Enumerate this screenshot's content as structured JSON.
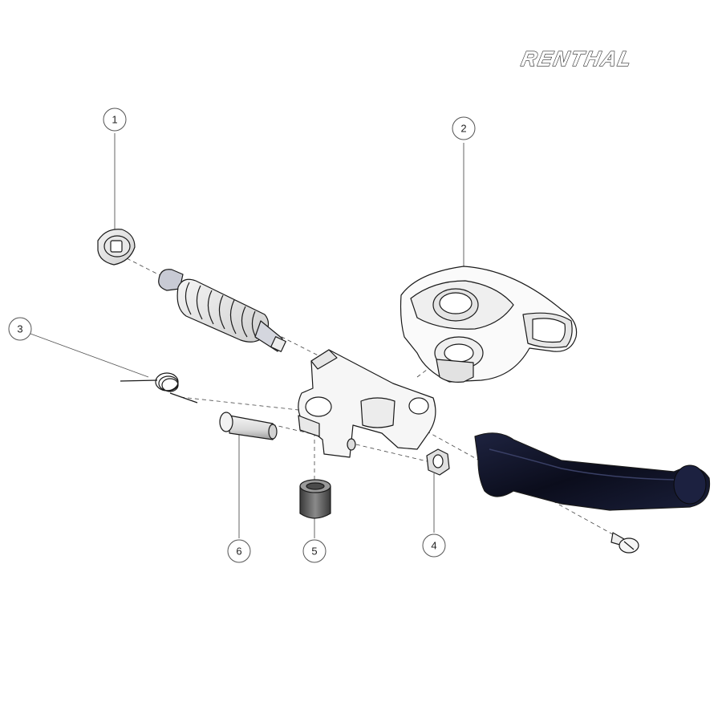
{
  "brand": {
    "logo_text": "RENTHAL"
  },
  "balloons": [
    {
      "label": "1"
    },
    {
      "label": "2"
    },
    {
      "label": "3"
    },
    {
      "label": "4"
    },
    {
      "label": "5"
    },
    {
      "label": "6"
    }
  ]
}
